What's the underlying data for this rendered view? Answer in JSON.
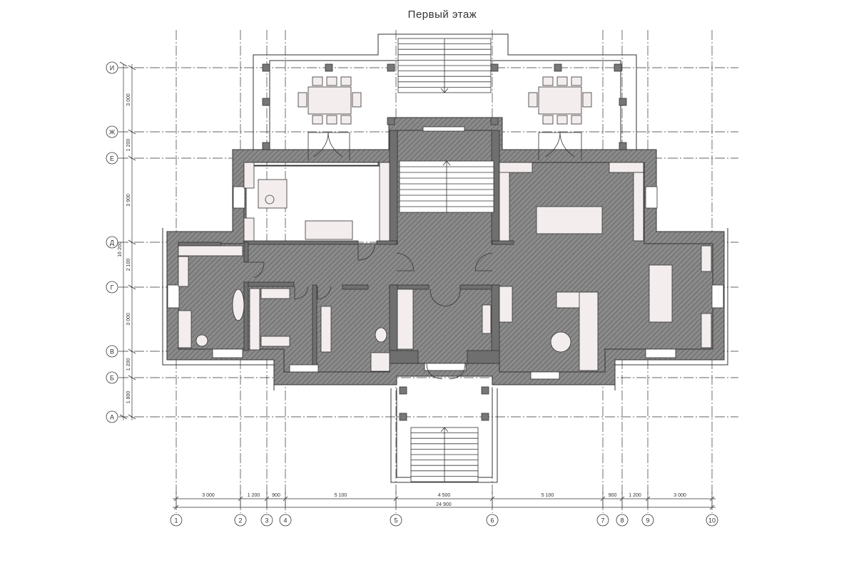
{
  "title": "Первый этаж",
  "axes": {
    "horizontal": [
      "И",
      "Ж",
      "Е",
      "Д",
      "Г",
      "В",
      "Б",
      "А"
    ],
    "vertical": [
      "1",
      "2",
      "3",
      "4",
      "5",
      "6",
      "7",
      "8",
      "9",
      "10"
    ]
  },
  "dimensions": {
    "left_segments": [
      "3 000",
      "1 200",
      "3 900",
      "2 100",
      "3 000",
      "1 200",
      "1 800"
    ],
    "left_total": "16 200",
    "bottom_segments": [
      "3 000",
      "1 200",
      "900",
      "5 100",
      "4 500",
      "5 100",
      "900",
      "1 200",
      "3 000"
    ],
    "bottom_total": "24 900"
  },
  "colors": {
    "wall": "#6f6f6f",
    "hatch": "#9a9a9a",
    "line": "#333333",
    "furniture_fill": "#f3eded"
  }
}
